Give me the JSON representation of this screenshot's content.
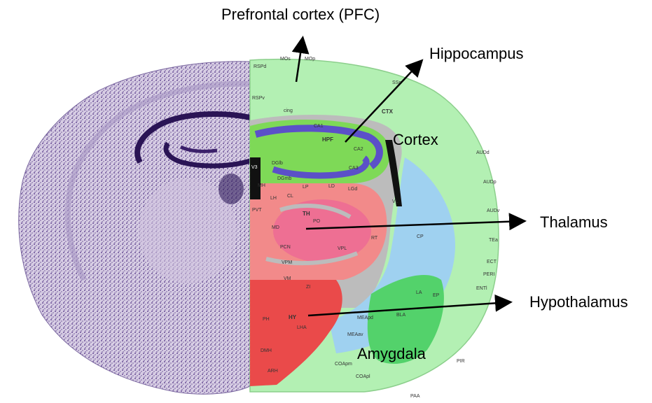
{
  "callouts": {
    "pfc": "Prefrontal cortex (PFC)",
    "hippocampus": "Hippocampus",
    "cortex": "Cortex",
    "thalamus": "Thalamus",
    "hypothalamus": "Hypothalamus",
    "amygdala": "Amygdala"
  },
  "atlas_labels": {
    "ctx": "CTX",
    "hpf": "HPF",
    "th": "TH",
    "hy": "HY",
    "ca1": "CA1",
    "ca2": "CA2",
    "ca3": "CA3",
    "dgmb": "DGmb",
    "dglb": "DGlb",
    "mos": "MOs",
    "mop": "MOp",
    "ssp": "SSp",
    "rspd": "RSPd",
    "rspv": "RSPv",
    "cing": "cing",
    "lh": "LH",
    "mh": "MH",
    "lp": "LP",
    "ld": "LD",
    "lgd": "LGd",
    "po": "PO",
    "pvt": "PVT",
    "md": "MD",
    "cl": "CL",
    "pcn": "PCN",
    "vpm": "VPM",
    "vpl": "VPL",
    "rt": "RT",
    "cp": "CP",
    "vl": "VL",
    "v3": "V3",
    "vm": "VM",
    "zi": "ZI",
    "lha": "LHA",
    "ph": "PH",
    "dmh": "DMH",
    "arh": "ARH",
    "meapd": "MEApd",
    "meaav": "MEAav",
    "la": "LA",
    "bla": "BLA",
    "ep": "EP",
    "aud": "AUDd",
    "audp": "AUDp",
    "audv": "AUDv",
    "tea": "TEa",
    "ect": "ECT",
    "peri": "PERI",
    "ent": "ENTl",
    "pir": "PIR",
    "paa": "PAA",
    "coapm": "COApm",
    "coapl": "COApl"
  },
  "colors": {
    "cortex": "#b3f0b3",
    "hippocampus": "#7ed957",
    "hippo_band": "#5b50c8",
    "thalamus": "#f28a8a",
    "thalamus_center": "#ee6f93",
    "hypothalamus": "#ea4a4a",
    "striatum": "#9fd1f0",
    "amygdala": "#53d26b",
    "fiber": "#bcbcbc",
    "nissl": "#5a3f8a"
  }
}
